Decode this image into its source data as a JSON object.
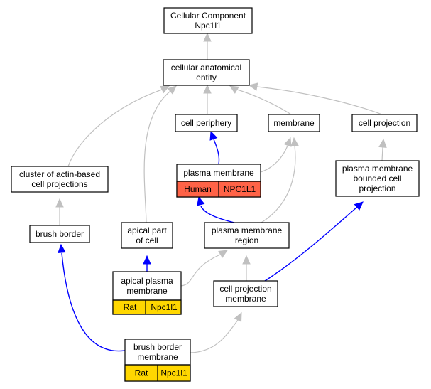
{
  "nodes": {
    "root": {
      "lines": [
        "Cellular Component",
        "Npc1l1"
      ]
    },
    "cae": {
      "lines": [
        "cellular anatomical",
        "entity"
      ]
    },
    "periphery": {
      "lines": [
        "cell periphery"
      ]
    },
    "membrane": {
      "lines": [
        "membrane"
      ]
    },
    "projection": {
      "lines": [
        "cell projection"
      ]
    },
    "cluster": {
      "lines": [
        "cluster of actin-based",
        "cell projections"
      ]
    },
    "plasma": {
      "lines": [
        "plasma membrane"
      ],
      "badges": [
        "Human",
        "NPC1L1"
      ],
      "badge_color": "#ff6347"
    },
    "pmbcp": {
      "lines": [
        "plasma membrane",
        "bounded cell",
        "projection"
      ]
    },
    "brush": {
      "lines": [
        "brush border"
      ]
    },
    "apicalpart": {
      "lines": [
        "apical part",
        "of cell"
      ]
    },
    "pmregion": {
      "lines": [
        "plasma membrane",
        "region"
      ]
    },
    "apicalpm": {
      "lines": [
        "apical plasma",
        "membrane"
      ],
      "badges": [
        "Rat",
        "Npc1l1"
      ],
      "badge_color": "#ffd700"
    },
    "cpm": {
      "lines": [
        "cell projection",
        "membrane"
      ]
    },
    "bbm": {
      "lines": [
        "brush border",
        "membrane"
      ],
      "badges": [
        "Rat",
        "Npc1l1"
      ],
      "badge_color": "#ffd700"
    }
  },
  "edge_colors": {
    "is_a": "#c0c0c0",
    "part_of": "#0000ff"
  }
}
